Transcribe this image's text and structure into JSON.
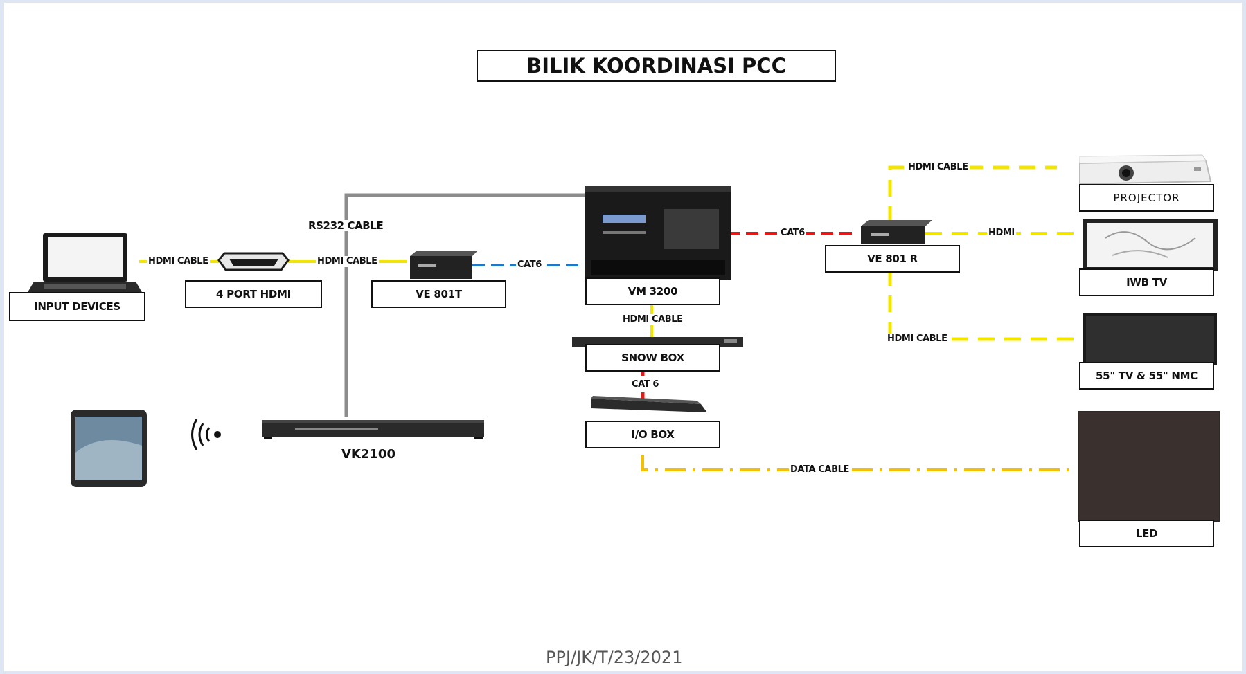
{
  "title": "BILIK KOORDINASI PCC",
  "footer": "PPJ/JK/T/23/2021",
  "colors": {
    "hdmi": "#f2e600",
    "cat6": "#e31a1a",
    "cat6_link": "#1f78c8",
    "rs232": "#8c8c8c",
    "data": "#f5c000"
  },
  "devices": {
    "input_devices": "INPUT DEVICES",
    "hdmi_switch": "4 PORT HDMI",
    "ve801t": "VE 801T",
    "vm3200": "VM 3200",
    "ve801r": "VE 801 R",
    "snow_box": "SNOW BOX",
    "io_box": "I/O BOX",
    "vk2100": "VK2100",
    "projector": "PROJECTOR",
    "iwb_tv": "IWB TV",
    "tv_nmc": "55\" TV & 55\" NMC",
    "led": "LED"
  },
  "cables": {
    "hdmi_cable_1": "HDMI CABLE",
    "hdmi_cable_2": "HDMI CABLE",
    "rs232": "RS232 CABLE",
    "cat6_a": "CAT6",
    "cat6_b": "CAT6",
    "hdmi_cable_vm": "HDMI CABLE",
    "cat6_io": "CAT 6",
    "hdmi_cable_proj": "HDMI CABLE",
    "hdmi_iwb": "HDMI",
    "hdmi_cable_tv": "HDMI CABLE",
    "data_cable": "DATA CABLE"
  },
  "icons": [
    "laptop-icon",
    "hdmi-port-icon",
    "extender-icon",
    "matrix-switch-icon",
    "receiver-icon",
    "rack-unit-icon",
    "tablet-icon",
    "wifi-signal-icon",
    "controller-icon",
    "projector-icon",
    "iwb-screen-icon",
    "tv-screen-icon",
    "led-wall-icon"
  ]
}
